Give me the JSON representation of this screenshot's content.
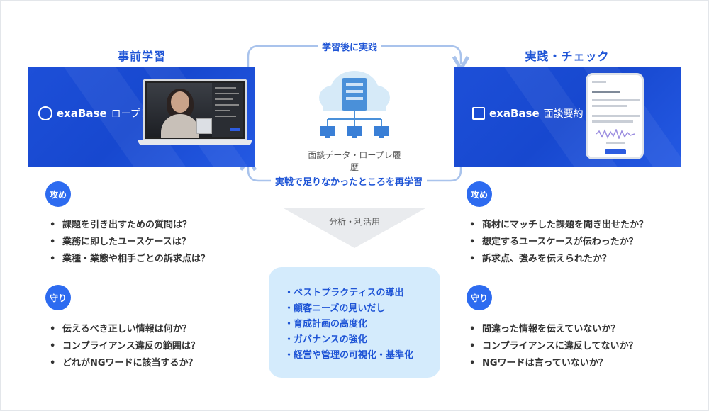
{
  "left": {
    "title": "事前学習",
    "brand": "exaBase",
    "brand_sub": "ロープレ",
    "attack_badge": "攻め",
    "attack_items": [
      "課題を引き出すための質問は？",
      "業務に即したユースケースは？",
      "業種・業態や相手ごとの訴求点は？"
    ],
    "defense_badge": "守り",
    "defense_items": [
      "伝えるべき正しい情報は何か？",
      "コンプライアンス違反の範囲は？",
      "どれがNGワードに該当するか？"
    ]
  },
  "right": {
    "title": "実践・チェック",
    "brand": "exaBase",
    "brand_sub": "面談要約",
    "attack_badge": "攻め",
    "attack_items": [
      "商材にマッチした課題を聞き出せたか？",
      "想定するユースケースが伝わったか？",
      "訴求点、強みを伝えられたか？"
    ],
    "defense_badge": "守り",
    "defense_items": [
      "間違った情報を伝えていないか？",
      "コンプライアンスに違反してないか？",
      "NGワードは言っていないか？"
    ]
  },
  "center": {
    "top_arrow_label": "学習後に実践",
    "bottom_arrow_label": "実戦で足りなかったところを再学習",
    "cloud_caption": "面談データ・ロープレ履歴",
    "analysis_label": "分析・利活用",
    "outcomes": [
      "ベストプラクティスの導出",
      "顧客ニーズの見いだし",
      "育成計画の高度化",
      "ガバナンスの強化",
      "経営や管理の可視化・基準化"
    ]
  },
  "colors": {
    "accent": "#1f55d6",
    "banner": "#1d4fd8",
    "badge": "#2d6bf0",
    "light_blue": "#d4ebfc",
    "arrow": "#a9c3ec"
  }
}
